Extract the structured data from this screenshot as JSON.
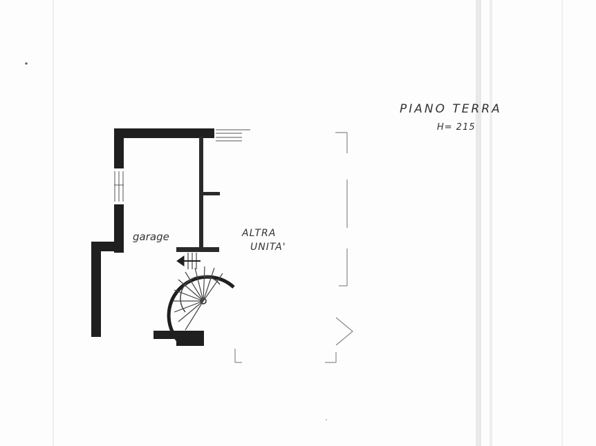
{
  "drawing": {
    "floor_title": "PIANO TERRA",
    "height_label": "H= 215",
    "rooms": {
      "garage": "garage",
      "other_unit_line1": "ALTRA",
      "other_unit_line2": "UNITA'"
    }
  },
  "colors": {
    "wall": "#1f1f1f",
    "ink": "#333333",
    "paper": "#fdfdfd",
    "scan_stripe": "#e6e6e6"
  }
}
